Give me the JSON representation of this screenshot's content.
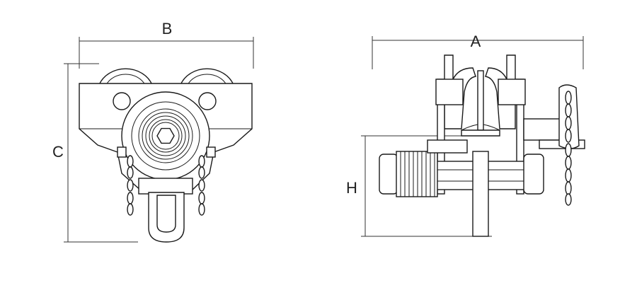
{
  "front_view": {
    "dimension_labels": {
      "width": "B",
      "height": "C"
    }
  },
  "side_view": {
    "dimension_labels": {
      "length": "A",
      "height": "H"
    }
  },
  "colors": {
    "line": "#1a1a1a",
    "background": "#ffffff"
  }
}
